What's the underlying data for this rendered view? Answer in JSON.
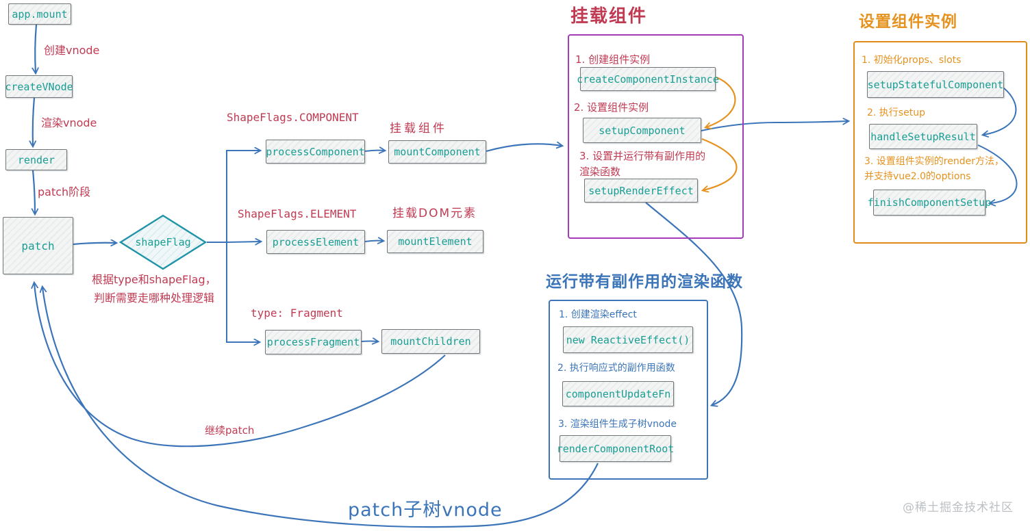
{
  "colors": {
    "red": "#c03a52",
    "teal": "#189e93",
    "blue": "#3b74b8",
    "orange": "#e5921f",
    "purple": "#a43ab8",
    "diamond_teal": "#1f93a8",
    "box_border": "#70757a",
    "watermark_gray": "#bcc0c4"
  },
  "nodes": {
    "app_mount": "app.mount",
    "create_vnode": "createVNode",
    "render": "render",
    "patch": "patch",
    "shape_flag": "shapeFlag",
    "process_component": "processComponent",
    "mount_component": "mountComponent",
    "process_element": "processElement",
    "mount_element": "mountElement",
    "process_fragment": "processFragment",
    "mount_children": "mountChildren"
  },
  "labels": {
    "create_vnode": "创建vnode",
    "render_vnode": "渲染vnode",
    "patch_stage": "patch阶段",
    "flag_component": "ShapeFlags.COMPONENT",
    "flag_element": "ShapeFlags.ELEMENT",
    "type_fragment": "type: Fragment",
    "mount_component_hint": "挂载组件",
    "mount_dom_hint": "挂载DOM元素",
    "branch_note_1": "根据type和shapeFlag，",
    "branch_note_2": "判断需要走哪种处理逻辑",
    "continue_patch": "继续patch",
    "patch_subtree": "patch子树vnode"
  },
  "groups": {
    "mount_component": {
      "title": "挂载组件",
      "step1": "1. 创建组件实例",
      "node1": "createComponentInstance",
      "step2": "2. 设置组件实例",
      "node2": "setupComponent",
      "step3": "3. 设置并运行带有副作用的渲染函数",
      "node3": "setupRenderEffect"
    },
    "setup_instance": {
      "title": "设置组件实例",
      "step1": "1. 初始化props、slots",
      "node1": "setupStatefulComponent",
      "step2": "2. 执行setup",
      "node2": "handleSetupResult",
      "step3": "3. 设置组件实例的render方法，并支持vue2.0的options",
      "node3": "finishComponentSetup"
    },
    "run_effect": {
      "title": "运行带有副作用的渲染函数",
      "step1": "1. 创建渲染effect",
      "node1": "new ReactiveEffect()",
      "step2": "2. 执行响应式的副作用函数",
      "node2": "componentUpdateFn",
      "step3": "3. 渲染组件生成子树vnode",
      "node3": "renderComponentRoot"
    }
  },
  "watermark": "@稀土掘金技术社区"
}
